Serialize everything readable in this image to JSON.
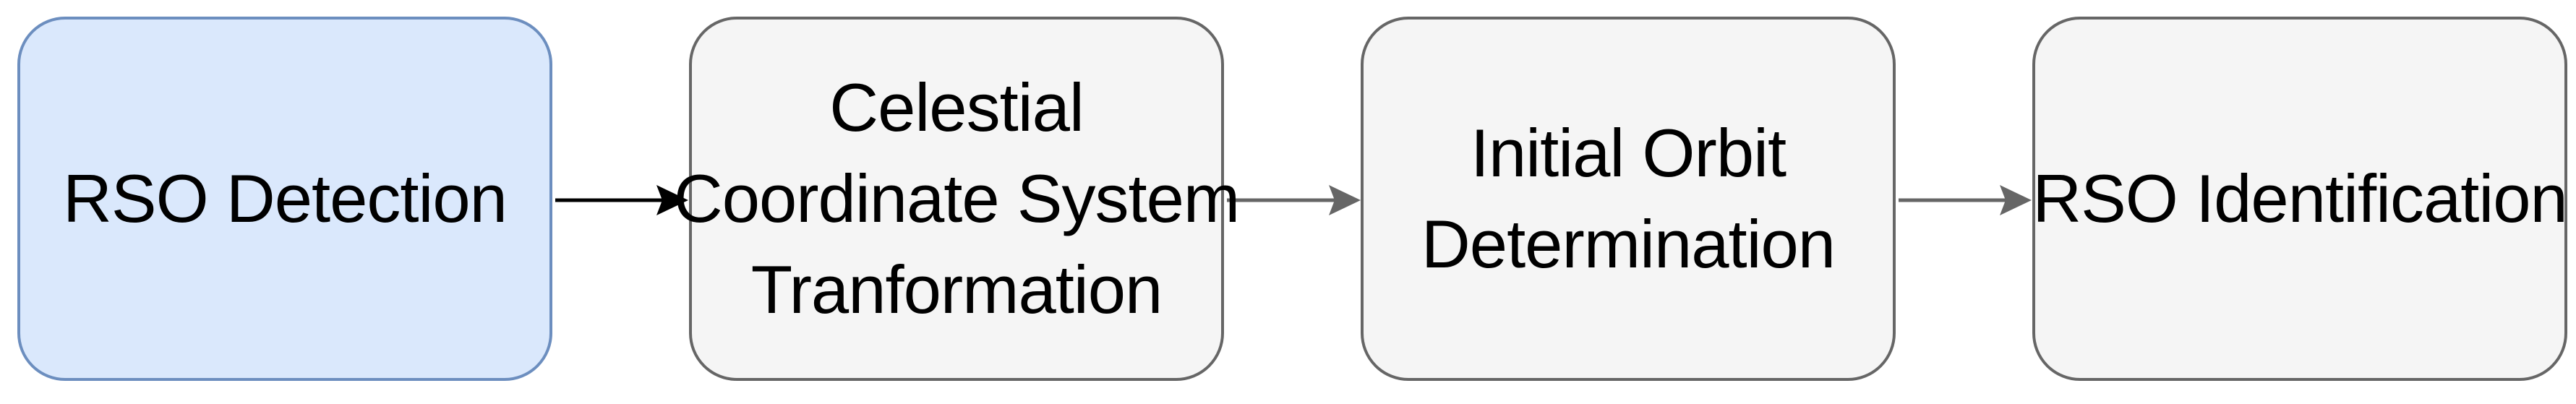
{
  "diagram": {
    "steps": [
      {
        "lines": [
          "RSO Detection"
        ],
        "fill": "#dae8fc",
        "stroke": "#6c8ebf"
      },
      {
        "lines": [
          "Celestial",
          "Coordinate System",
          "Tranformation"
        ],
        "fill": "#f5f5f5",
        "stroke": "#666666"
      },
      {
        "lines": [
          "Initial Orbit",
          "Determination"
        ],
        "fill": "#f5f5f5",
        "stroke": "#666666"
      },
      {
        "lines": [
          "RSO Identification"
        ],
        "fill": "#f5f5f5",
        "stroke": "#666666"
      }
    ],
    "arrows": [
      {
        "from": "RSO Detection",
        "to": "Celestial Coordinate System Tranformation",
        "color": "#000000"
      },
      {
        "from": "Celestial Coordinate System Tranformation",
        "to": "Initial Orbit Determination",
        "color": "#666666"
      },
      {
        "from": "Initial Orbit Determination",
        "to": "RSO Identification",
        "color": "#666666"
      }
    ]
  }
}
